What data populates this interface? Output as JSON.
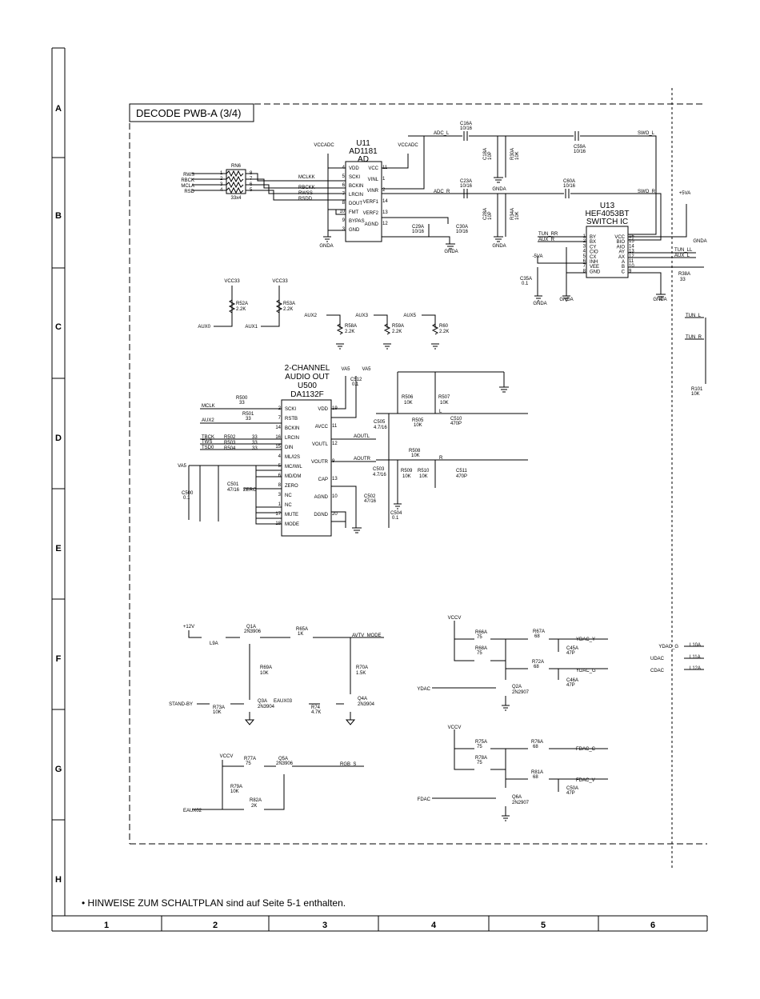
{
  "frame": {
    "title": "DECODE PWB-A (3/4)",
    "row_labels": [
      "A",
      "B",
      "C",
      "D",
      "E",
      "F",
      "G",
      "H"
    ],
    "col_labels": [
      "1",
      "2",
      "3",
      "4",
      "5",
      "6"
    ],
    "footer_note": "• HINWEISE ZUM SCHALTPLAN sind auf Seite 5-1 enthalten."
  },
  "u11": {
    "ref": "U11",
    "part": "AD1181",
    "func": "AD",
    "pins_left": [
      {
        "n": "4",
        "name": "VDD"
      },
      {
        "n": "5",
        "name": "SCKI"
      },
      {
        "n": "6",
        "name": "BCKIN"
      },
      {
        "n": "7",
        "name": "LRCIN"
      },
      {
        "n": "8",
        "name": "DOUT"
      },
      {
        "n": "10",
        "name": "FMT"
      },
      {
        "n": "9",
        "name": "BYPAS"
      },
      {
        "n": "3",
        "name": "GND"
      }
    ],
    "pins_right": [
      {
        "n": "11",
        "name": "VCC"
      },
      {
        "n": "1",
        "name": "VINL"
      },
      {
        "n": "2",
        "name": "VINR"
      },
      {
        "n": "14",
        "name": "VERF1"
      },
      {
        "n": "13",
        "name": "VERF2"
      },
      {
        "n": "12",
        "name": "AGND"
      }
    ]
  },
  "u13": {
    "ref": "U13",
    "part": "HEF4053BT",
    "func": "SWITCH IC",
    "pins_left": [
      {
        "n": "1",
        "name": "BY"
      },
      {
        "n": "2",
        "name": "BX"
      },
      {
        "n": "3",
        "name": "CY"
      },
      {
        "n": "4",
        "name": "CIO"
      },
      {
        "n": "5",
        "name": "CX"
      },
      {
        "n": "6",
        "name": "INH"
      },
      {
        "n": "7",
        "name": "VEE"
      },
      {
        "n": "8",
        "name": "GND"
      }
    ],
    "pins_right": [
      {
        "n": "16",
        "name": "VCC"
      },
      {
        "n": "15",
        "name": "BIO"
      },
      {
        "n": "14",
        "name": "AIO"
      },
      {
        "n": "13",
        "name": "AY"
      },
      {
        "n": "12",
        "name": "AX"
      },
      {
        "n": "11",
        "name": "A"
      },
      {
        "n": "10",
        "name": "B"
      },
      {
        "n": "9",
        "name": "C"
      }
    ]
  },
  "u500": {
    "title1": "2-CHANNEL",
    "title2": "AUDIO OUT",
    "ref": "U500",
    "part": "DA1132F",
    "pins_left": [
      {
        "n": "2",
        "name": "SCKI"
      },
      {
        "n": "7",
        "name": "RSTB"
      },
      {
        "n": "14",
        "name": "BCKIN"
      },
      {
        "n": "16",
        "name": "LRCIN"
      },
      {
        "n": "15",
        "name": "DIN"
      },
      {
        "n": "4",
        "name": "ML/I2S"
      },
      {
        "n": "5",
        "name": "MC/IWL"
      },
      {
        "n": "6",
        "name": "MD/DM"
      },
      {
        "n": "8",
        "name": "ZERO"
      },
      {
        "n": "3",
        "name": "NC"
      },
      {
        "n": "1",
        "name": "NC"
      },
      {
        "n": "17",
        "name": "MUTE"
      },
      {
        "n": "18",
        "name": "MODE"
      }
    ],
    "pins_right": [
      {
        "n": "19",
        "name": "VDD"
      },
      {
        "n": "11",
        "name": "AVCC"
      },
      {
        "n": "12",
        "name": "VOUTL"
      },
      {
        "n": "9",
        "name": "VOUTR"
      },
      {
        "n": "13",
        "name": "CAP"
      },
      {
        "n": "10",
        "name": "AGND"
      },
      {
        "n": "20",
        "name": "DGND"
      }
    ]
  },
  "rn6": {
    "ref": "RN6",
    "value": "33x4",
    "pins_l": [
      "1",
      "2",
      "3",
      "4"
    ],
    "pins_r": [
      "8",
      "7",
      "6",
      "5"
    ]
  },
  "nets": {
    "rws": "RWS",
    "rbck": "RBCK",
    "mcla": "MCLA",
    "rsd": "RSD",
    "mclkk": "MCLKK",
    "rbckk": "RBCKK",
    "rwss": "RWSS",
    "rsdd": "RSDD",
    "vccadc": "VCCADC",
    "adc_l": "ADC_L",
    "adc_r": "ADC_R",
    "swo_l": "SWO_L",
    "swo_r": "SWO_R",
    "gnda": "GNDA",
    "plus5va": "+5VA",
    "minus5va": "-5VA",
    "tun_rr": "TUN_RR",
    "aux_r": "AUX_R",
    "tun_ll": "TUN_LL",
    "aux_l": "AUX_L",
    "tun_l": "TUN_L",
    "tun_r": "TUN_R",
    "vcc33": "VCC33",
    "aux0": "AUX0",
    "aux1": "AUX1",
    "aux2": "AUX2",
    "aux3": "AUX3",
    "aux5": "AUX5",
    "va5": "VA5",
    "mclk": "MCLK",
    "tbck": "TBCK",
    "tws": "TWS",
    "tsd0": "TSD0",
    "zero": "ZERO",
    "aoutl": "AOUTL",
    "aoutr": "AOUTR",
    "l": "L",
    "r": "R",
    "plus12v": "+12V",
    "avtv_mode": "AVTV_MODE",
    "stand_by": "STAND-BY",
    "eaux03": "EAUX03",
    "eaux02": "EAUX02",
    "rgb_s": "RGB_S",
    "vccv": "VCCV",
    "ydac_y": "YDAC_Y",
    "ydac_g": "YDAC_G",
    "ydac": "YDAC",
    "fdac_c": "FDAC_C",
    "fdac_v": "FDAC_V",
    "fdac": "FDAC",
    "ydac_g2": "YDAC_G",
    "udac": "UDAC",
    "cdac": "CDAC"
  },
  "parts": {
    "c16a": [
      "C16A",
      "10/16"
    ],
    "c59a": [
      "C59A",
      "10/16"
    ],
    "c18a": [
      "C18A",
      "10P"
    ],
    "r30a": [
      "R30A",
      "10K"
    ],
    "c23a": [
      "C23A",
      "10/16"
    ],
    "c60a": [
      "C60A",
      "10/16"
    ],
    "c28a": [
      "C28A",
      "10P"
    ],
    "r34a": [
      "R34A",
      "10K"
    ],
    "c29a": [
      "C29A",
      "10/16"
    ],
    "c30a": [
      "C30A",
      "10/16"
    ],
    "c35a": [
      "C35A",
      "0.1"
    ],
    "r38a": [
      "R38A",
      "33"
    ],
    "r101": [
      "R101",
      "10K"
    ],
    "r52a": [
      "R52A",
      "2.2K"
    ],
    "r53a": [
      "R53A",
      "2.2K"
    ],
    "r58a": [
      "R58A",
      "2.2K"
    ],
    "r59a": [
      "R59A",
      "2.2K"
    ],
    "r60": [
      "R60",
      "2.2K"
    ],
    "c512": [
      "C512",
      "0.1"
    ],
    "r500": [
      "R500",
      "33"
    ],
    "r501": [
      "R501",
      "33"
    ],
    "r502": [
      "R502",
      "33"
    ],
    "r503": [
      "R503",
      "33"
    ],
    "r504": [
      "R504",
      "33"
    ],
    "c500": [
      "C500",
      "0.1"
    ],
    "c501": [
      "C501",
      "47/16"
    ],
    "c502": [
      "C502",
      "47/16"
    ],
    "c504": [
      "C504",
      "0.1"
    ],
    "r506": [
      "R506",
      "10K"
    ],
    "r507": [
      "R507",
      "10K"
    ],
    "c505": [
      "C505",
      "4.7/16"
    ],
    "r505": [
      "R505",
      "10K"
    ],
    "c510": [
      "C510",
      "470P"
    ],
    "r508": [
      "R508",
      "10K"
    ],
    "c503": [
      "C503",
      "4.7/16"
    ],
    "r509": [
      "R509",
      "10K"
    ],
    "r510": [
      "R510",
      "10K"
    ],
    "c511": [
      "C511",
      "470P"
    ],
    "q1a": [
      "Q1A",
      "2N3906"
    ],
    "r65a": [
      "R65A",
      "1K"
    ],
    "l9a": [
      "L9A"
    ],
    "r69a": [
      "R69A",
      "10K"
    ],
    "r70a": [
      "R70A",
      "1.5K"
    ],
    "q3a": [
      "Q3A",
      "2N3904"
    ],
    "r73a": [
      "R73A",
      "10K"
    ],
    "r74": [
      "R74",
      "4.7K"
    ],
    "q4a": [
      "Q4A",
      "2N3904"
    ],
    "r77a": [
      "R77A",
      "75"
    ],
    "q5a": [
      "Q5A",
      "2N3906"
    ],
    "r79a": [
      "R79A",
      "10K"
    ],
    "r82a": [
      "R82A",
      "2K"
    ],
    "r66a": [
      "R66A",
      "75"
    ],
    "r68a": [
      "R68A",
      "75"
    ],
    "r67a": [
      "R67A",
      "68"
    ],
    "c45a": [
      "C45A",
      "47P"
    ],
    "r72a": [
      "R72A",
      "68"
    ],
    "c46a": [
      "C46A",
      "47P"
    ],
    "q2a": [
      "Q2A",
      "2N2907"
    ],
    "r75a": [
      "R75A",
      "75"
    ],
    "r78a": [
      "R78A",
      "75"
    ],
    "r76a": [
      "R76A",
      "68"
    ],
    "r81a": [
      "R81A",
      "68"
    ],
    "c50a": [
      "C50A",
      "47P"
    ],
    "q6a": [
      "Q6A",
      "2N2907"
    ],
    "l10a": [
      "L10A"
    ],
    "l11a": [
      "L11A"
    ],
    "l12a": [
      "L12A"
    ]
  }
}
